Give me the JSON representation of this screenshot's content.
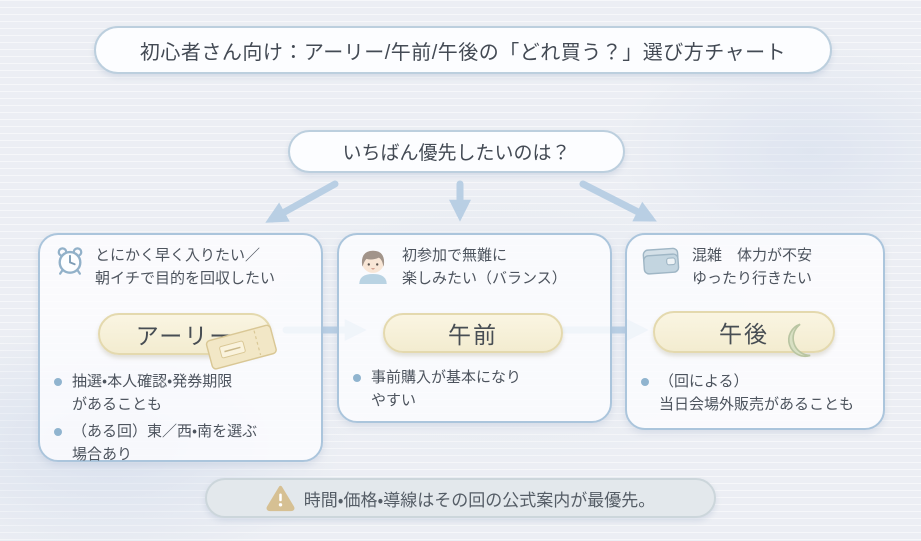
{
  "title": "初心者さん向け：アーリー/午前/午後の「どれ買う？」選び方チャート",
  "question": "いちばん優先したいのは？",
  "columns": [
    {
      "icon": "alarm-clock-icon",
      "need": [
        "とにかく早く入りたい／",
        "朝イチで目的を回収したい"
      ],
      "option": "アーリー",
      "badge_icon": "ticket-icon",
      "bullets": [
        [
          "抽選・本人確認・発券期限",
          "があることも"
        ],
        [
          "（ある回）東／西・南を選ぶ",
          "場合あり"
        ]
      ]
    },
    {
      "icon": "person-icon",
      "need": [
        "初参加で無難に",
        "楽しみたい（バランス）"
      ],
      "option": "午前",
      "badge_icon": "",
      "bullets": [
        [
          "事前購入が基本になり",
          "やすい"
        ]
      ]
    },
    {
      "icon": "wallet-icon",
      "need": [
        "混雑　体力が不安",
        "ゆったり行きたい"
      ],
      "option": "午後",
      "badge_icon": "moon-icon",
      "bullets": [
        [
          "（回による）",
          "当日会場外販売があることも"
        ]
      ]
    }
  ],
  "footer": {
    "icon": "warning-icon",
    "note": "時間・価格・導線はその回の公式案内が最優先。"
  },
  "colors": {
    "background": "#edeff4",
    "node_border": "#abc5dc",
    "node_fill": "#fcfdff",
    "option_fill": "#f7f1d8",
    "option_border": "#e4d9ae",
    "arrow": "#b9cfe4",
    "bullet_dot": "#90b4cf",
    "text": "#4a515a",
    "warning_icon": "#d6c093"
  }
}
